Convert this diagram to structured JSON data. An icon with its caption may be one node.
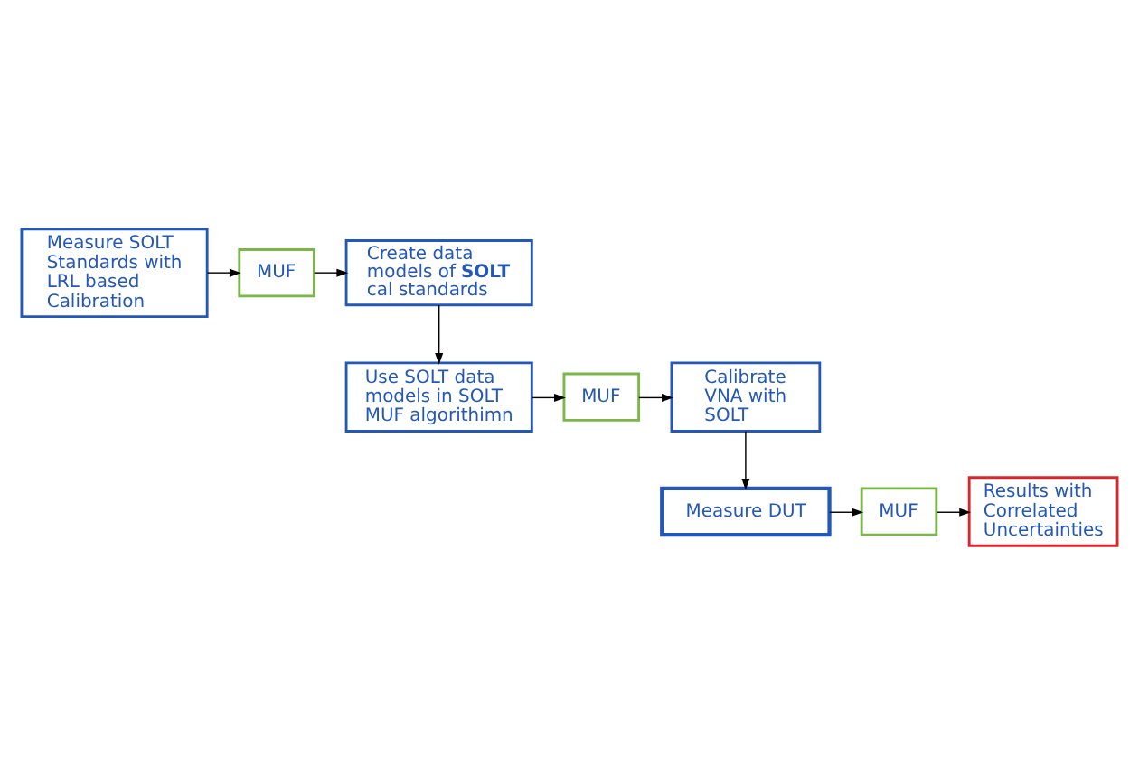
{
  "diagram": {
    "nodes": [
      {
        "text": [
          "Measure SOLT Standards with LRL based Calibration"
        ]
      },
      {
        "text": [
          "MUF"
        ]
      },
      {
        "text": [
          "Create data models of **SOLT** cal standards"
        ]
      },
      {
        "text": [
          "Use SOLT data models in SOLT MUF algorithimn"
        ]
      },
      {
        "text": [
          "MUF"
        ]
      },
      {
        "text": [
          "Calibrate VNA with SOLT"
        ]
      },
      {
        "text": [
          "Measure DUT"
        ]
      },
      {
        "text": [
          "MUF"
        ]
      },
      {
        "text": [
          "Results with Correlated Uncertainties"
        ]
      }
    ],
    "edges": [
      {
        "from": 0,
        "to": 1,
        "arrow": "to"
      },
      {
        "from": 1,
        "to": 2,
        "arrow": "to"
      },
      {
        "from": 2,
        "to": 3,
        "arrow": "to"
      },
      {
        "from": 3,
        "to": 4,
        "arrow": "to"
      },
      {
        "from": 4,
        "to": 5,
        "arrow": "to"
      },
      {
        "from": 5,
        "to": 6,
        "arrow": "to"
      },
      {
        "from": 6,
        "to": 7,
        "arrow": "to"
      },
      {
        "from": 7,
        "to": 8,
        "arrow": "to"
      }
    ]
  }
}
